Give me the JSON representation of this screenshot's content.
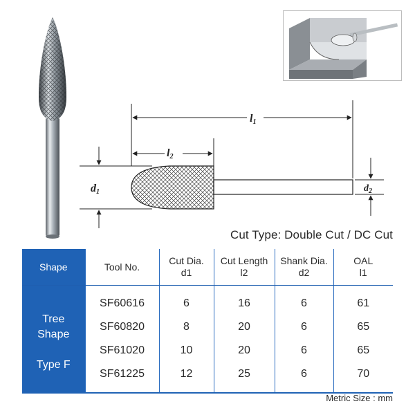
{
  "drawing": {
    "l1_symbol": "l",
    "l1_sub": "1",
    "l2_symbol": "l",
    "l2_sub": "2",
    "d1_symbol": "d",
    "d1_sub": "1",
    "d2_symbol": "d",
    "d2_sub": "2"
  },
  "cut_type": "Cut Type:  Double Cut  /  DC Cut",
  "table": {
    "headers": [
      {
        "line1": "Shape",
        "line2": ""
      },
      {
        "line1": "Tool No.",
        "line2": ""
      },
      {
        "line1": "Cut Dia.",
        "line2": "d1"
      },
      {
        "line1": "Cut Length",
        "line2": "l2"
      },
      {
        "line1": "Shank Dia.",
        "line2": "d2"
      },
      {
        "line1": "OAL",
        "line2": "l1"
      }
    ],
    "shape": {
      "line1": "Tree",
      "line2": "Shape",
      "line3": "Type F"
    },
    "rows": [
      {
        "tool": "SF60616",
        "d1": "6",
        "l2": "16",
        "d2": "6",
        "l1": "61"
      },
      {
        "tool": "SF60820",
        "d1": "8",
        "l2": "20",
        "d2": "6",
        "l1": "65"
      },
      {
        "tool": "SF61020",
        "d1": "10",
        "l2": "20",
        "d2": "6",
        "l1": "65"
      },
      {
        "tool": "SF61225",
        "d1": "12",
        "l2": "25",
        "d2": "6",
        "l1": "70"
      }
    ]
  },
  "footer_note": "Metric Size : mm",
  "colors": {
    "accent_blue": "#1f62b5",
    "metal": "#9aa3ab"
  }
}
